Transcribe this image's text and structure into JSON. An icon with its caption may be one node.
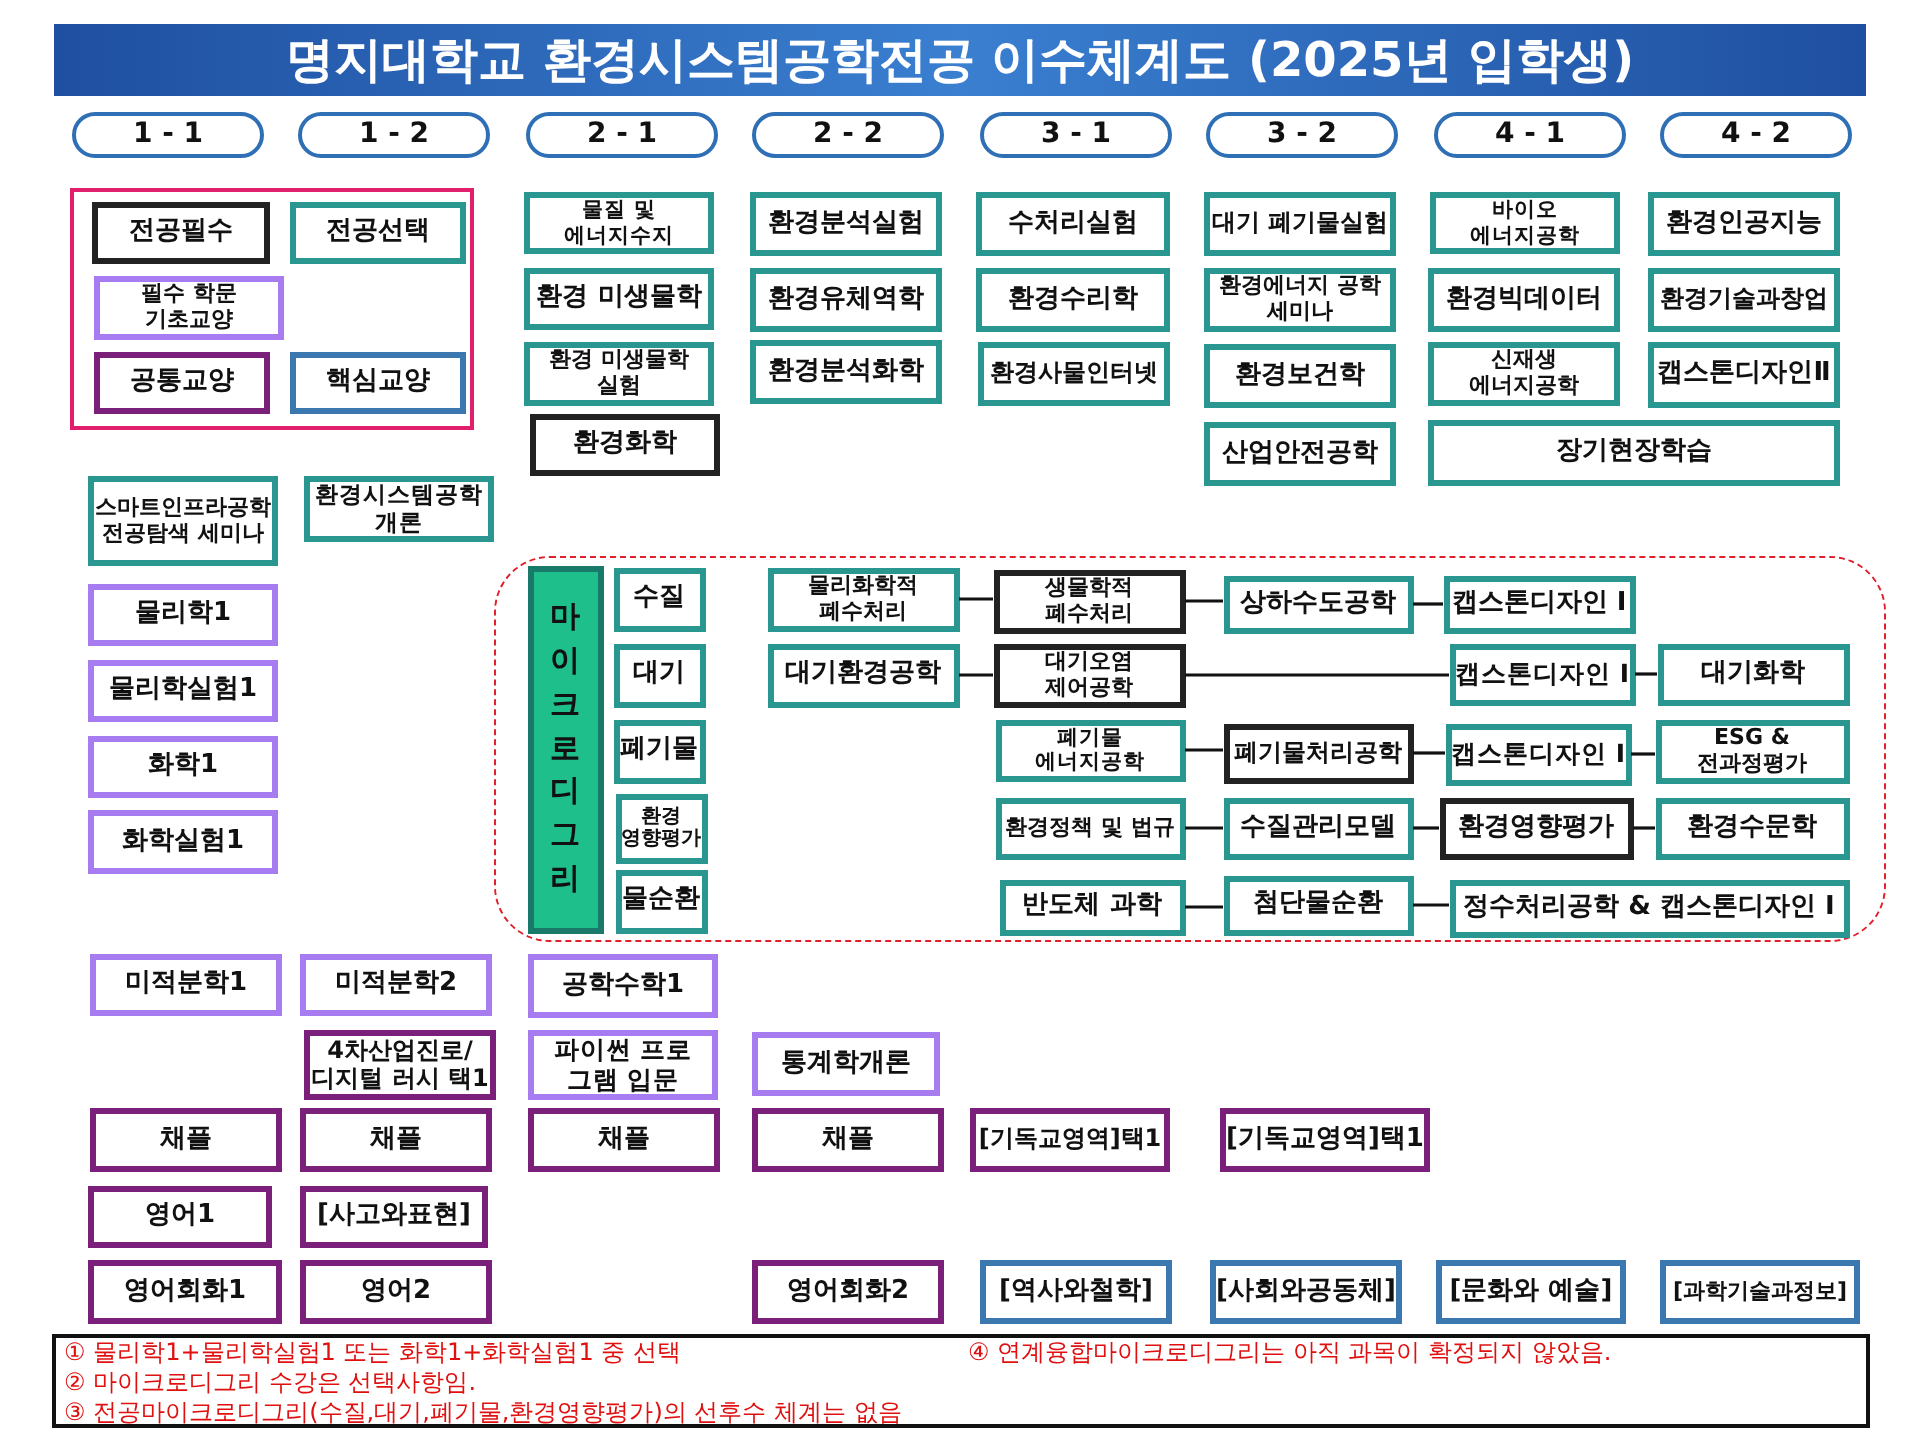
{
  "diagram": {
    "title": "명지대학교 환경시스템공학전공 이수체계도 (2025년 입학생)",
    "nodes": [
      {
        "text": [
          "1 - 1"
        ]
      },
      {
        "text": [
          "1 - 2"
        ]
      },
      {
        "text": [
          "2 - 1"
        ]
      },
      {
        "text": [
          "2 - 2"
        ]
      },
      {
        "text": [
          "3 - 1"
        ]
      },
      {
        "text": [
          "3 - 2"
        ]
      },
      {
        "text": [
          "4 - 1"
        ]
      },
      {
        "text": [
          "4 - 2"
        ]
      },
      {
        "text": [],
        "shape": "box"
      },
      {
        "text": [
          "전공필수"
        ],
        "in": 8
      },
      {
        "text": [
          "전공선택"
        ],
        "in": 8
      },
      {
        "text": [
          "필수 학문 기초교양"
        ],
        "in": 8
      },
      {
        "text": [
          "공통교양"
        ],
        "in": 8
      },
      {
        "text": [
          "핵심교양"
        ],
        "in": 8
      },
      {
        "text": [
          "물질 및 에너지수지"
        ]
      },
      {
        "text": [
          "환경분석실험"
        ]
      },
      {
        "text": [
          "수처리실험"
        ]
      },
      {
        "text": [
          "대기 폐기물실험"
        ]
      },
      {
        "text": [
          "바이오 에너지공학"
        ]
      },
      {
        "text": [
          "환경인공지능"
        ]
      },
      {
        "text": [
          "환경 미생물학"
        ]
      },
      {
        "text": [
          "환경유체역학"
        ]
      },
      {
        "text": [
          "환경수리학"
        ]
      },
      {
        "text": [
          "환경에너지 공학 세미나"
        ]
      },
      {
        "text": [
          "환경빅데이터"
        ]
      },
      {
        "text": [
          "환경기술과창업"
        ]
      },
      {
        "text": [
          "환경 미생물학 실험"
        ]
      },
      {
        "text": [
          "환경분석화학"
        ]
      },
      {
        "text": [
          "환경사물인터넷"
        ]
      },
      {
        "text": [
          "환경보건학"
        ]
      },
      {
        "text": [
          "신재생 에너지공학"
        ]
      },
      {
        "text": [
          "캡스톤디자인Ⅱ"
        ]
      },
      {
        "text": [
          "환경화학"
        ]
      },
      {
        "text": [
          "산업안전공학"
        ]
      },
      {
        "text": [
          "장기현장학습"
        ]
      },
      {
        "text": [
          "스마트인프라공학 전공탐색 세미나"
        ]
      },
      {
        "text": [
          "환경시스템공학 개론"
        ]
      },
      {
        "text": [
          "물리학1"
        ]
      },
      {
        "text": [],
        "shape": "box"
      },
      {
        "text": [
          "마이크로디그리"
        ],
        "in": 38
      },
      {
        "text": [
          "수질"
        ],
        "in": 38
      },
      {
        "text": [
          "대기"
        ],
        "in": 38
      },
      {
        "text": [
          "폐기물"
        ],
        "in": 38
      },
      {
        "text": [
          "환경 영향평가"
        ],
        "in": 38
      },
      {
        "text": [
          "물순환"
        ],
        "in": 38
      },
      {
        "text": [
          "물리화학적 폐수처리"
        ],
        "in": 38
      },
      {
        "text": [
          "생물학적 폐수처리"
        ],
        "in": 38
      },
      {
        "text": [
          "상하수도공학"
        ],
        "in": 38
      },
      {
        "text": [
          "캡스톤디자인 Ⅰ"
        ],
        "in": 38
      },
      {
        "text": [
          "대기환경공학"
        ],
        "in": 38
      },
      {
        "text": [
          "대기오염 제어공학"
        ],
        "in": 38
      },
      {
        "text": [
          "캡스톤디자인 Ⅰ"
        ],
        "in": 38
      },
      {
        "text": [
          "대기화학"
        ],
        "in": 38
      },
      {
        "text": [
          "폐기물 에너지공학"
        ],
        "in": 38
      },
      {
        "text": [
          "폐기물처리공학"
        ],
        "in": 38
      },
      {
        "text": [
          "캡스톤디자인 Ⅰ"
        ],
        "in": 38
      },
      {
        "text": [
          "ESG & 전과정평가"
        ],
        "in": 38
      },
      {
        "text": [
          "환경정책 및 법규"
        ],
        "in": 38
      },
      {
        "text": [
          "수질관리모델"
        ],
        "in": 38
      },
      {
        "text": [
          "환경영향평가"
        ],
        "in": 38
      },
      {
        "text": [
          "환경수문학"
        ],
        "in": 38
      },
      {
        "text": [
          "반도체 과학"
        ],
        "in": 38
      },
      {
        "text": [
          "첨단물순환"
        ],
        "in": 38
      },
      {
        "text": [
          "정수처리공학 & 캡스톤디자인 Ⅰ"
        ],
        "in": 38
      },
      {
        "text": [
          "물리학실험1"
        ]
      },
      {
        "text": [
          "화학1"
        ]
      },
      {
        "text": [
          "화학실험1"
        ]
      },
      {
        "text": [
          "미적분학1"
        ]
      },
      {
        "text": [
          "미적분학2"
        ]
      },
      {
        "text": [
          "공학수학1"
        ]
      },
      {
        "text": [
          "4차산업진로/ 디지털 러시 택1"
        ]
      },
      {
        "text": [
          "파이썬 프로 그램 입문"
        ]
      },
      {
        "text": [
          "통계학개론"
        ]
      },
      {
        "text": [
          "채플"
        ]
      },
      {
        "text": [
          "채플"
        ]
      },
      {
        "text": [
          "채플"
        ]
      },
      {
        "text": [
          "채플"
        ]
      },
      {
        "text": [
          "[기독교영역]택1"
        ]
      },
      {
        "text": [
          "[기독교영역]택1"
        ]
      },
      {
        "text": [
          "영어1"
        ]
      },
      {
        "text": [
          "[사고와표현]"
        ]
      },
      {
        "text": [
          "영어회화1"
        ]
      },
      {
        "text": [
          "영어2"
        ]
      },
      {
        "text": [
          "영어회화2"
        ]
      },
      {
        "text": [
          "[역사와철학]"
        ]
      },
      {
        "text": [
          "[사회와공동체]"
        ]
      },
      {
        "text": [
          "[문화와 예술]"
        ]
      },
      {
        "text": [
          "[과학기술과정보]"
        ]
      },
      {
        "text": [
          "① 물리학1+물리학실험1 또는 화학1+화학실험1 중 선택",
          "④ 연계융합마이크로디그리는 아직 과목이 확정되지 않았음.",
          "② 마이크로디그리 수강은 선택사항임.",
          "③ 전공마이크로디그리(수질,대기,폐기물,환경영향평가)의 선후수 체계는 없음"
        ]
      }
    ],
    "edges": [
      {
        "from": 45,
        "to": 46,
        "arrow": "none"
      },
      {
        "from": 46,
        "to": 47,
        "arrow": "none"
      },
      {
        "from": 47,
        "to": 48,
        "arrow": "none"
      },
      {
        "from": 49,
        "to": 50,
        "arrow": "none"
      },
      {
        "from": 50,
        "to": 51,
        "arrow": "none"
      },
      {
        "from": 51,
        "to": 52,
        "arrow": "none"
      },
      {
        "from": 53,
        "to": 54,
        "arrow": "none"
      },
      {
        "from": 54,
        "to": 55,
        "arrow": "none"
      },
      {
        "from": 55,
        "to": 56,
        "arrow": "none"
      },
      {
        "from": 57,
        "to": 58,
        "arrow": "none"
      },
      {
        "from": 58,
        "to": 59,
        "arrow": "none"
      },
      {
        "from": 59,
        "to": 60,
        "arrow": "none"
      },
      {
        "from": 61,
        "to": 62,
        "arrow": "none"
      },
      {
        "from": 62,
        "to": 63,
        "arrow": "none"
      }
    ]
  }
}
